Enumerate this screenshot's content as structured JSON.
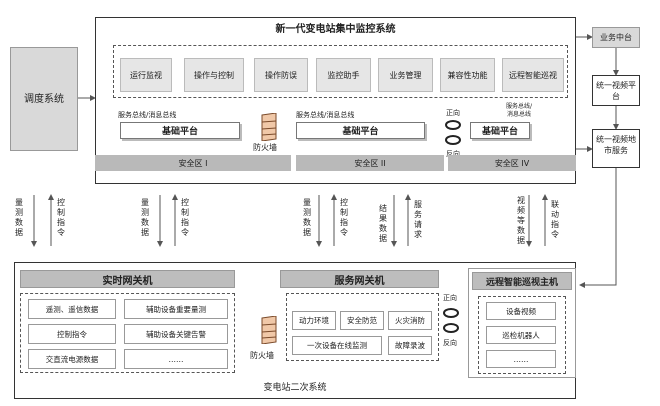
{
  "left_box": {
    "label": "调度系统"
  },
  "top": {
    "title": "新一代变电站集中监控系统",
    "functions": [
      "运行监视",
      "操作与控制",
      "操作防误",
      "监控助手",
      "业务管理",
      "兼容性功能",
      "远程智能巡视"
    ],
    "bus_label_1": "服务总线/消息总线",
    "bus_label_2": "服务总线/消息总线",
    "bus_label_3": "服务总线/消息总线",
    "platform": "基础平台",
    "firewall": "防火墙",
    "forward": "正向",
    "reverse": "反向",
    "zones": [
      "安全区 I",
      "安全区 II",
      "安全区 IV"
    ]
  },
  "right": {
    "business_center": "业务中台",
    "video_platform": "统一视频平台",
    "video_local": "统一视频地市服务"
  },
  "middle": {
    "t1": "量测数据",
    "t2": "控制指令",
    "t3": "量测数据",
    "t4": "控制指令",
    "t5": "量测数据",
    "t6": "控制指令",
    "t7": "结果数据",
    "t8": "服务请求",
    "t9": "视频等数据",
    "t10": "联动指令"
  },
  "bottom": {
    "title": "变电站二次系统",
    "realtime_gateway": "实时网关机",
    "realtime_items": [
      "遥测、遥信数据",
      "辅助设备重要量测",
      "控制指令",
      "辅助设备关键告警",
      "交直流电源数据",
      "……"
    ],
    "service_gateway": "服务网关机",
    "service_items": [
      "动力环境",
      "安全防范",
      "火灾消防",
      "一次设备在线监测",
      "故障录波"
    ],
    "firewall": "防火墙",
    "forward": "正向",
    "reverse": "反向",
    "inspection_host": "远程智能巡视主机",
    "inspection_items": [
      "设备视频",
      "巡检机器人",
      "……"
    ]
  }
}
